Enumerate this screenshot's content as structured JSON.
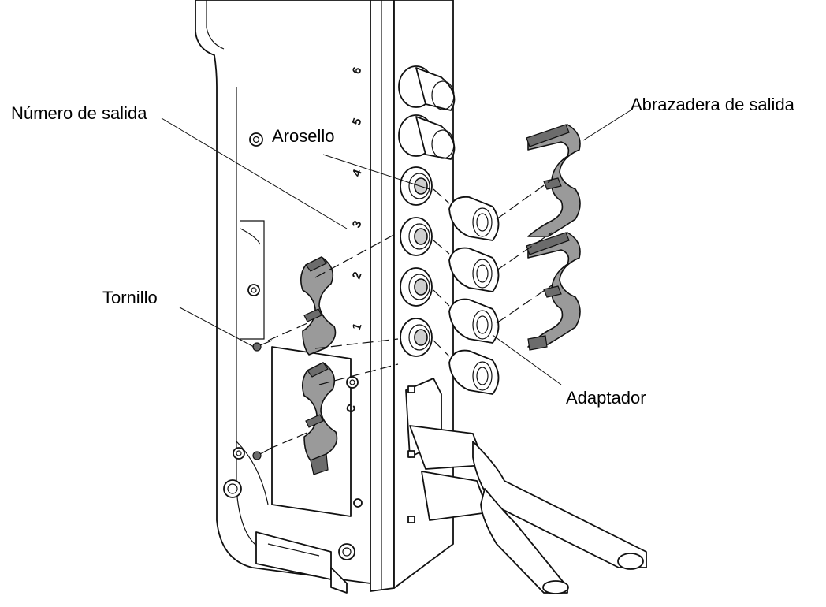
{
  "labels": {
    "output_number": "Número de salida",
    "grommet": "Arosello",
    "output_clamp": "Abrazadera de salida",
    "screw": "Tornillo",
    "adapter": "Adaptador"
  },
  "output_digits": [
    "6",
    "5",
    "4",
    "3",
    "2",
    "1",
    "C"
  ],
  "colors": {
    "line": "#111111",
    "clamp_fill": "#9a9a9a",
    "background": "#ffffff"
  }
}
